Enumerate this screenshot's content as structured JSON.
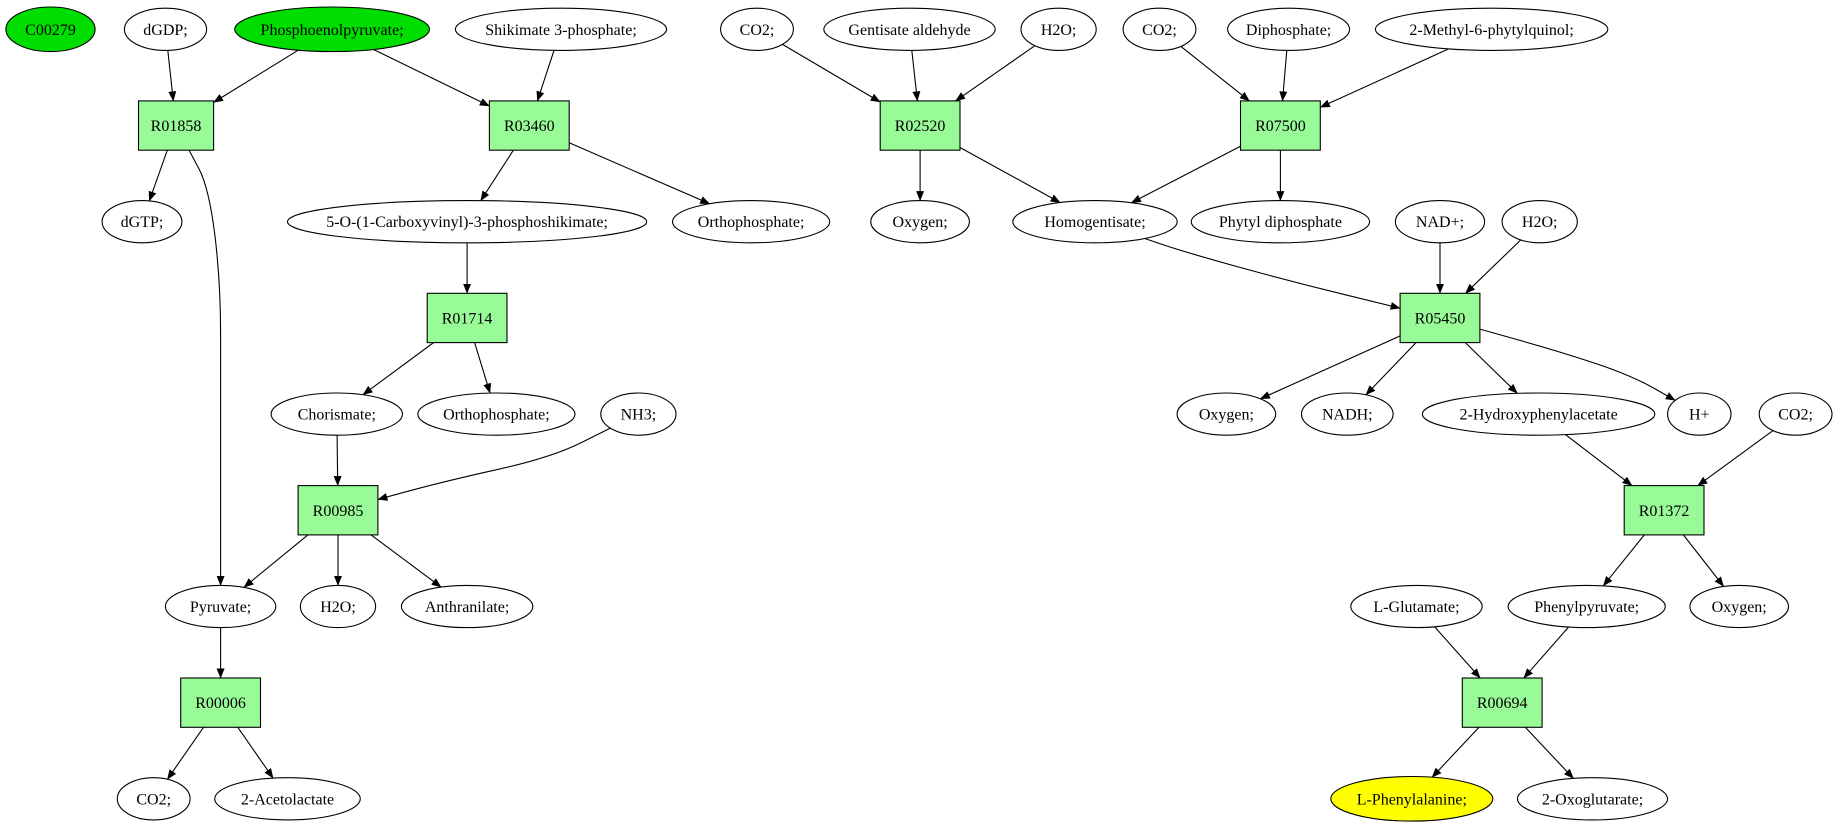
{
  "colors": {
    "reaction_fill": "#98fb98",
    "start_fill": "#00dd00",
    "target_fill": "#ffff00",
    "default_fill": "#ffffff",
    "stroke": "#000000"
  },
  "nodes": [
    {
      "id": "c00279",
      "label": "C00279",
      "shape": "ellipse",
      "style": "start"
    },
    {
      "id": "dgdp",
      "label": "dGDP;",
      "shape": "ellipse",
      "style": "default"
    },
    {
      "id": "pep",
      "label": "Phosphoenolpyruvate;",
      "shape": "ellipse",
      "style": "start"
    },
    {
      "id": "shik3p",
      "label": "Shikimate 3-phosphate;",
      "shape": "ellipse",
      "style": "default"
    },
    {
      "id": "co2-a",
      "label": "CO2;",
      "shape": "ellipse",
      "style": "default"
    },
    {
      "id": "gentisate",
      "label": "Gentisate aldehyde",
      "shape": "ellipse",
      "style": "default"
    },
    {
      "id": "h2o-a",
      "label": "H2O;",
      "shape": "ellipse",
      "style": "default"
    },
    {
      "id": "co2-b",
      "label": "CO2;",
      "shape": "ellipse",
      "style": "default"
    },
    {
      "id": "diphosphate",
      "label": "Diphosphate;",
      "shape": "ellipse",
      "style": "default"
    },
    {
      "id": "methylphytyl",
      "label": "2-Methyl-6-phytylquinol;",
      "shape": "ellipse",
      "style": "default"
    },
    {
      "id": "r01858",
      "label": "R01858",
      "shape": "box",
      "style": "reaction"
    },
    {
      "id": "r03460",
      "label": "R03460",
      "shape": "box",
      "style": "reaction"
    },
    {
      "id": "r02520",
      "label": "R02520",
      "shape": "box",
      "style": "reaction"
    },
    {
      "id": "r07500",
      "label": "R07500",
      "shape": "box",
      "style": "reaction"
    },
    {
      "id": "dgtp",
      "label": "dGTP;",
      "shape": "ellipse",
      "style": "default"
    },
    {
      "id": "carboxyvinyl",
      "label": "5-O-(1-Carboxyvinyl)-3-phosphoshikimate;",
      "shape": "ellipse",
      "style": "default"
    },
    {
      "id": "orthophosphate-a",
      "label": "Orthophosphate;",
      "shape": "ellipse",
      "style": "default"
    },
    {
      "id": "oxygen-a",
      "label": "Oxygen;",
      "shape": "ellipse",
      "style": "default"
    },
    {
      "id": "homogentisate",
      "label": "Homogentisate;",
      "shape": "ellipse",
      "style": "default"
    },
    {
      "id": "phytyldp",
      "label": "Phytyl diphosphate",
      "shape": "ellipse",
      "style": "default"
    },
    {
      "id": "nadplus",
      "label": "NAD+;",
      "shape": "ellipse",
      "style": "default"
    },
    {
      "id": "h2o-b",
      "label": "H2O;",
      "shape": "ellipse",
      "style": "default"
    },
    {
      "id": "r01714",
      "label": "R01714",
      "shape": "box",
      "style": "reaction"
    },
    {
      "id": "r05450",
      "label": "R05450",
      "shape": "box",
      "style": "reaction"
    },
    {
      "id": "chorismate",
      "label": "Chorismate;",
      "shape": "ellipse",
      "style": "default"
    },
    {
      "id": "orthophosphate-b",
      "label": "Orthophosphate;",
      "shape": "ellipse",
      "style": "default"
    },
    {
      "id": "nh3",
      "label": "NH3;",
      "shape": "ellipse",
      "style": "default"
    },
    {
      "id": "oxygen-b",
      "label": "Oxygen;",
      "shape": "ellipse",
      "style": "default"
    },
    {
      "id": "nadh",
      "label": "NADH;",
      "shape": "ellipse",
      "style": "default"
    },
    {
      "id": "hydroxyphenylacetate",
      "label": "2-Hydroxyphenylacetate",
      "shape": "ellipse",
      "style": "default"
    },
    {
      "id": "hplus",
      "label": "H+",
      "shape": "ellipse",
      "style": "default"
    },
    {
      "id": "co2-c",
      "label": "CO2;",
      "shape": "ellipse",
      "style": "default"
    },
    {
      "id": "r00985",
      "label": "R00985",
      "shape": "box",
      "style": "reaction"
    },
    {
      "id": "r01372",
      "label": "R01372",
      "shape": "box",
      "style": "reaction"
    },
    {
      "id": "pyruvate",
      "label": "Pyruvate;",
      "shape": "ellipse",
      "style": "default"
    },
    {
      "id": "h2o-c",
      "label": "H2O;",
      "shape": "ellipse",
      "style": "default"
    },
    {
      "id": "anthranilate",
      "label": "Anthranilate;",
      "shape": "ellipse",
      "style": "default"
    },
    {
      "id": "lglutamate",
      "label": "L-Glutamate;",
      "shape": "ellipse",
      "style": "default"
    },
    {
      "id": "phenylpyruvate",
      "label": "Phenylpyruvate;",
      "shape": "ellipse",
      "style": "default"
    },
    {
      "id": "oxygen-c",
      "label": "Oxygen;",
      "shape": "ellipse",
      "style": "default"
    },
    {
      "id": "r00006",
      "label": "R00006",
      "shape": "box",
      "style": "reaction"
    },
    {
      "id": "r00694",
      "label": "R00694",
      "shape": "box",
      "style": "reaction"
    },
    {
      "id": "co2-d",
      "label": "CO2;",
      "shape": "ellipse",
      "style": "default"
    },
    {
      "id": "acetolactate",
      "label": "2-Acetolactate",
      "shape": "ellipse",
      "style": "default"
    },
    {
      "id": "lphenylalanine",
      "label": "L-Phenylalanine;",
      "shape": "ellipse",
      "style": "target"
    },
    {
      "id": "oxoglutarate",
      "label": "2-Oxoglutarate;",
      "shape": "ellipse",
      "style": "default"
    }
  ],
  "edges": [
    {
      "from": "dgdp",
      "to": "r01858"
    },
    {
      "from": "pep",
      "to": "r01858"
    },
    {
      "from": "pep",
      "to": "r03460"
    },
    {
      "from": "shik3p",
      "to": "r03460"
    },
    {
      "from": "co2-a",
      "to": "r02520"
    },
    {
      "from": "gentisate",
      "to": "r02520"
    },
    {
      "from": "h2o-a",
      "to": "r02520"
    },
    {
      "from": "co2-b",
      "to": "r07500"
    },
    {
      "from": "diphosphate",
      "to": "r07500"
    },
    {
      "from": "methylphytyl",
      "to": "r07500"
    },
    {
      "from": "r01858",
      "to": "dgtp"
    },
    {
      "from": "r01858",
      "to": "pyruvate"
    },
    {
      "from": "r03460",
      "to": "carboxyvinyl"
    },
    {
      "from": "r03460",
      "to": "orthophosphate-a"
    },
    {
      "from": "r02520",
      "to": "oxygen-a"
    },
    {
      "from": "r02520",
      "to": "homogentisate"
    },
    {
      "from": "r07500",
      "to": "homogentisate"
    },
    {
      "from": "r07500",
      "to": "phytyldp"
    },
    {
      "from": "carboxyvinyl",
      "to": "r01714"
    },
    {
      "from": "homogentisate",
      "to": "r05450"
    },
    {
      "from": "nadplus",
      "to": "r05450"
    },
    {
      "from": "h2o-b",
      "to": "r05450"
    },
    {
      "from": "r01714",
      "to": "chorismate"
    },
    {
      "from": "r01714",
      "to": "orthophosphate-b"
    },
    {
      "from": "r05450",
      "to": "oxygen-b"
    },
    {
      "from": "r05450",
      "to": "nadh"
    },
    {
      "from": "r05450",
      "to": "hydroxyphenylacetate"
    },
    {
      "from": "r05450",
      "to": "hplus"
    },
    {
      "from": "chorismate",
      "to": "r00985"
    },
    {
      "from": "nh3",
      "to": "r00985"
    },
    {
      "from": "hydroxyphenylacetate",
      "to": "r01372"
    },
    {
      "from": "co2-c",
      "to": "r01372"
    },
    {
      "from": "r00985",
      "to": "pyruvate"
    },
    {
      "from": "r00985",
      "to": "h2o-c"
    },
    {
      "from": "r00985",
      "to": "anthranilate"
    },
    {
      "from": "r01372",
      "to": "phenylpyruvate"
    },
    {
      "from": "r01372",
      "to": "oxygen-c"
    },
    {
      "from": "pyruvate",
      "to": "r00006"
    },
    {
      "from": "lglutamate",
      "to": "r00694"
    },
    {
      "from": "phenylpyruvate",
      "to": "r00694"
    },
    {
      "from": "r00006",
      "to": "co2-d"
    },
    {
      "from": "r00006",
      "to": "acetolactate"
    },
    {
      "from": "r00694",
      "to": "lphenylalanine"
    },
    {
      "from": "r00694",
      "to": "oxoglutarate"
    }
  ]
}
